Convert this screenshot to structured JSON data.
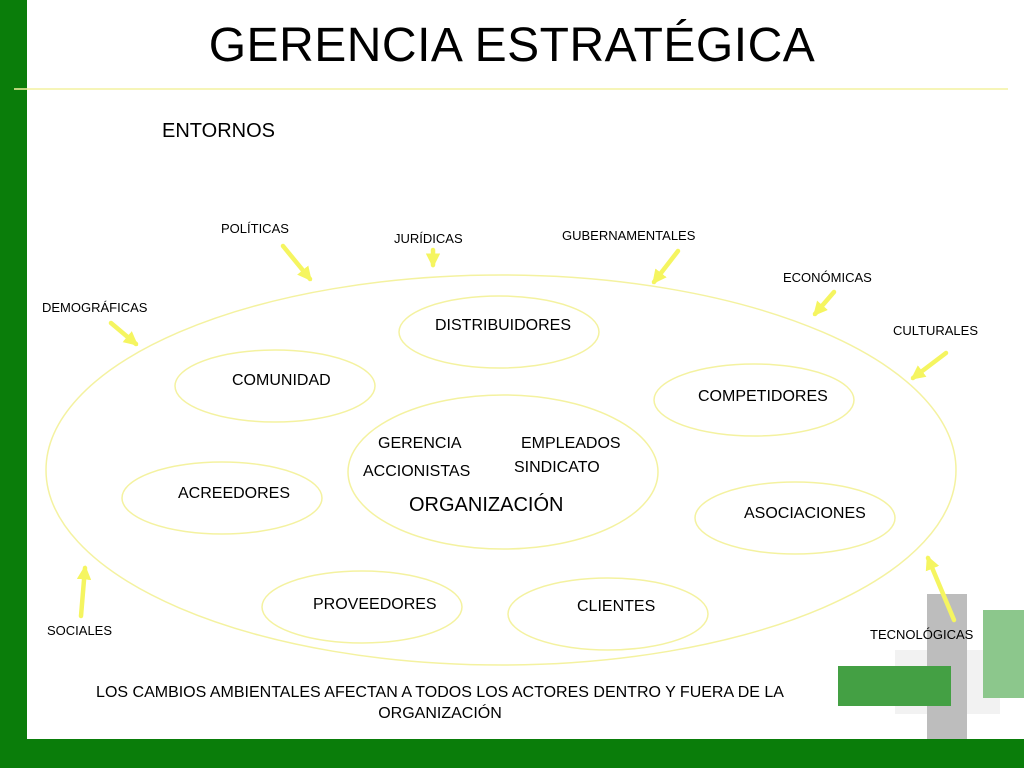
{
  "title": "GERENCIA ESTRATÉGICA",
  "subtitle": "ENTORNOS",
  "external_forces": {
    "politicas": "POLÍTICAS",
    "juridicas": "JURÍDICAS",
    "gubernamentales": "GUBERNAMENTALES",
    "economicas": "ECONÓMICAS",
    "culturales": "CULTURALES",
    "demograficas": "DEMOGRÁFICAS",
    "sociales": "SOCIALES",
    "tecnologicas": "TECNOLÓGICAS"
  },
  "stakeholders": {
    "distribuidores": "DISTRIBUIDORES",
    "comunidad": "COMUNIDAD",
    "competidores": "COMPETIDORES",
    "acreedores": "ACREEDORES",
    "asociaciones": "ASOCIACIONES",
    "proveedores": "PROVEEDORES",
    "clientes": "CLIENTES"
  },
  "organization": {
    "gerencia": "GERENCIA",
    "empleados": "EMPLEADOS",
    "accionistas": "ACCIONISTAS",
    "sindicato": "SINDICATO",
    "name": "ORGANIZACIÓN"
  },
  "footer": "LOS CAMBIOS AMBIENTALES AFECTAN A TODOS LOS ACTORES DENTRO Y FUERA DE LA ORGANIZACIÓN",
  "colors": {
    "sidebar_green": "#0a7d0a",
    "ellipse_yellow": "#f4f2a0",
    "arrow_yellow": "#f5f560",
    "deco_green": "#44a044",
    "deco_light_green": "#8cc78c",
    "deco_gray": "#bdbdbd"
  }
}
